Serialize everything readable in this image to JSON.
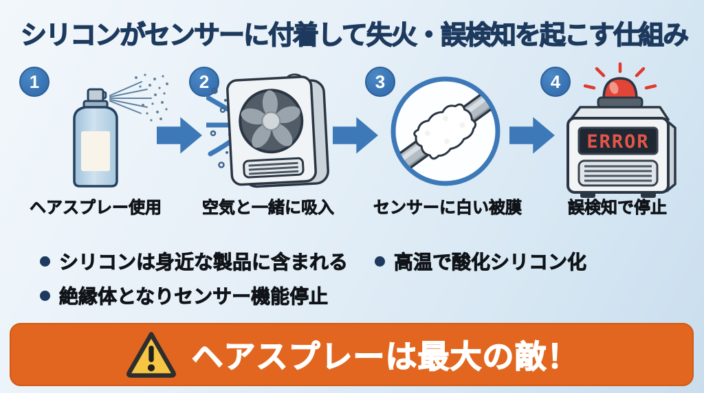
{
  "title": "シリコンがセンサーに付着して失火・誤検知を起こす仕組み",
  "steps": [
    {
      "number": "1",
      "label": "ヘアスプレー使用",
      "icon": "spray-can"
    },
    {
      "number": "2",
      "label": "空気と一緒に吸入",
      "icon": "fan-heater"
    },
    {
      "number": "3",
      "label": "センサーに白い被膜",
      "icon": "sensor-white-coating"
    },
    {
      "number": "4",
      "label": "誤検知で停止",
      "icon": "error-device"
    }
  ],
  "error_device": {
    "screen_text": "ERROR"
  },
  "bullets": [
    "シリコンは身近な製品に含まれる",
    "高温で酸化シリコン化",
    "絶縁体となりセンサー機能停止"
  ],
  "banner": {
    "text": "ヘアスプレーは最大の敵！",
    "icon": "warning-triangle"
  },
  "colors": {
    "title_navy": "#1d3a5e",
    "accent_blue": "#3d79b8",
    "banner_orange": "#e2661f",
    "warning_yellow": "#f5c543",
    "error_red": "#e2564a",
    "background_blue": "#d6e7f3"
  }
}
